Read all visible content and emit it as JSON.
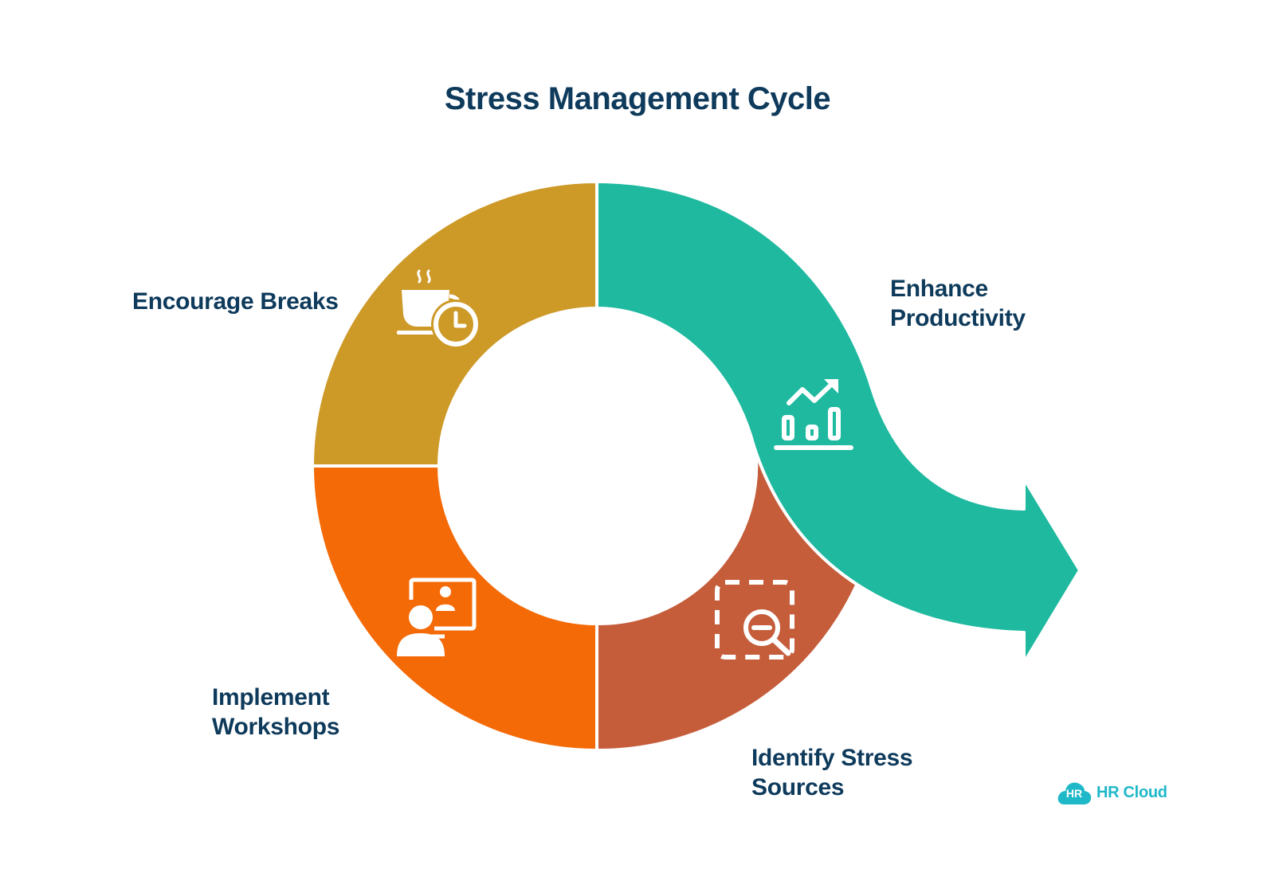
{
  "title": "Stress Management Cycle",
  "colors": {
    "title_text": "#0e3a5b",
    "encourage_breaks": "#cd9a28",
    "implement_workshops": "#f46a07",
    "identify_sources": "#c55d3b",
    "enhance_productivity": "#1eb99f",
    "icon": "#ffffff",
    "logo": "#1fb8c9"
  },
  "steps": [
    {
      "id": "encourage-breaks",
      "lines": [
        "Encourage Breaks"
      ],
      "icon": "coffee-clock-icon"
    },
    {
      "id": "enhance-productivity",
      "lines": [
        "Enhance",
        "Productivity"
      ],
      "icon": "growth-chart-icon"
    },
    {
      "id": "identify-stress-sources",
      "lines": [
        "Identify Stress",
        "Sources"
      ],
      "icon": "magnifier-search-icon"
    },
    {
      "id": "implement-workshops",
      "lines": [
        "Implement",
        "Workshops"
      ],
      "icon": "presentation-user-icon"
    }
  ],
  "logo": {
    "badge": "HR",
    "name": "HR Cloud"
  }
}
